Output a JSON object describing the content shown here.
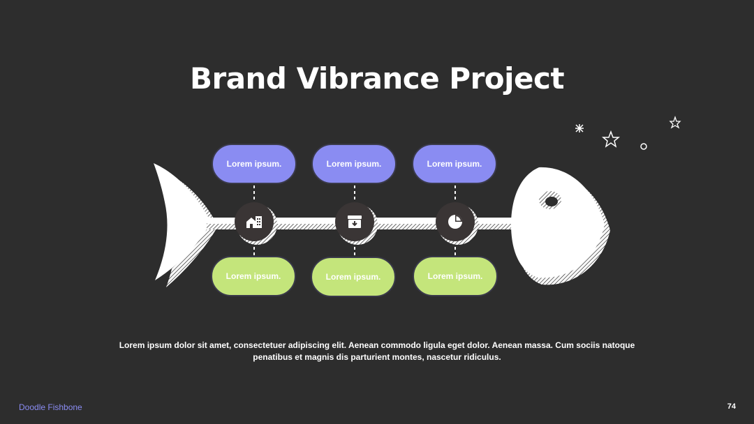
{
  "slide": {
    "title": "Brand Vibrance Project",
    "description": "Lorem ipsum dolor sit amet, consectetuer adipiscing elit. Aenean commodo ligula eget dolor. Aenean massa. Cum sociis natoque penatibus et magnis dis parturient montes, nascetur ridiculus.",
    "footer_label": "Doodle Fishbone",
    "page_number": "74"
  },
  "colors": {
    "background": "#2d2d2d",
    "top_pill": "#8a8cf2",
    "bottom_pill": "#c4e57b",
    "node": "#3a3535",
    "bone": "#ffffff",
    "footer_accent": "#8a8cf2"
  },
  "fishbone": {
    "branches": [
      {
        "top_label": "Lorem ipsum.",
        "bottom_label": "Lorem ipsum.",
        "icon": "house-building-icon"
      },
      {
        "top_label": "Lorem ipsum.",
        "bottom_label": "Lorem ipsum.",
        "icon": "archive-box-icon"
      },
      {
        "top_label": "Lorem ipsum.",
        "bottom_label": "Lorem ipsum.",
        "icon": "pie-chart-icon"
      }
    ]
  },
  "decorations": [
    "asterisk-icon",
    "star-icon",
    "circle-icon",
    "star-outline-icon"
  ]
}
